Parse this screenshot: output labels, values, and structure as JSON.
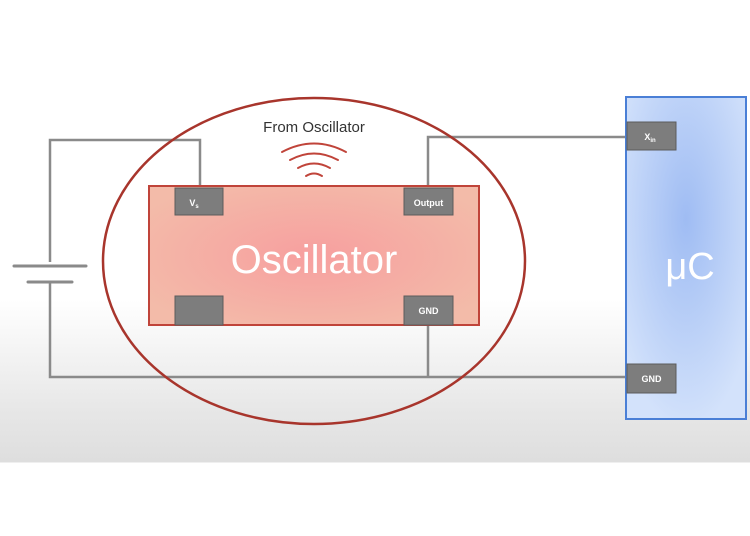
{
  "radio_label": "From Oscillator",
  "oscillator": {
    "title": "Oscillator",
    "pins": {
      "vs": "V",
      "vs_sub": "s",
      "output": "Output",
      "gnd": "GND"
    }
  },
  "microcontroller": {
    "title": "μC",
    "pins": {
      "xin": "X",
      "xin_sub": "in",
      "gnd": "GND"
    }
  },
  "colors": {
    "wire": "#8a8a8a",
    "ellipse": "#a8352c",
    "oscillator_border": "#c0443a",
    "oscillator_fill_center": "#f7a6a6",
    "oscillator_fill_edge": "#f2b8a8",
    "mcu_border": "#4a7fd6",
    "mcu_fill_center": "#a9c4f5",
    "mcu_fill_edge": "#cfe0fb",
    "pin_fill": "#7d7d7d",
    "pin_border": "#5c5c5c"
  }
}
